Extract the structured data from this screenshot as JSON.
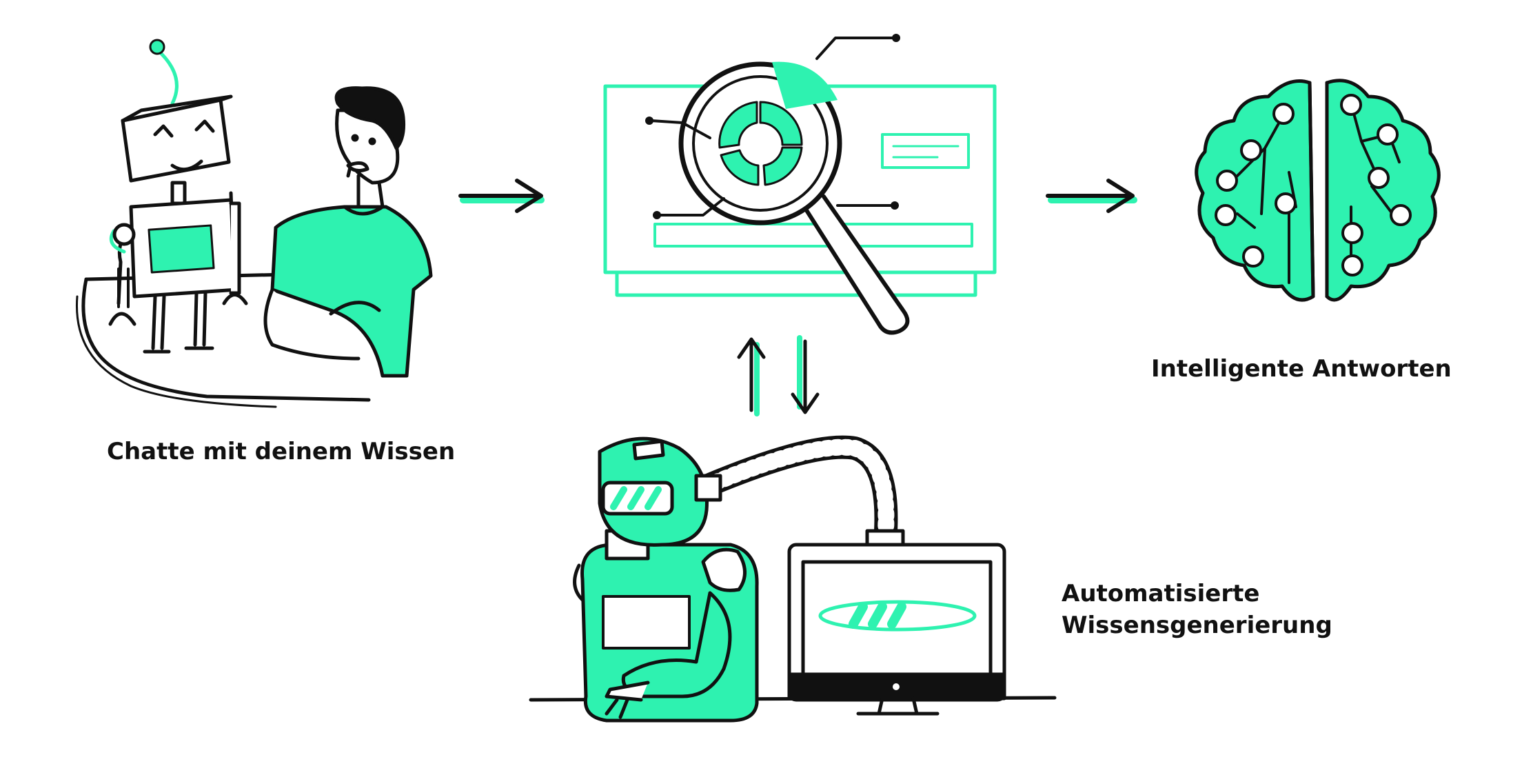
{
  "colors": {
    "accent": "#2ef2b0",
    "ink": "#111111",
    "background": "#ffffff"
  },
  "steps": {
    "chat": {
      "label": "Chatte mit deinem Wissen",
      "icon": "robot-and-person-chat-icon"
    },
    "analysis": {
      "icon": "magnifier-dashboard-icon"
    },
    "answers": {
      "label": "Intelligente Antworten",
      "icon": "circuit-brain-icon"
    },
    "generation": {
      "label_line1": "Automatisierte",
      "label_line2": "Wissensgenerierung",
      "icon": "robot-at-computer-icon"
    }
  },
  "connectors": {
    "chat_to_analysis": "arrow-right-icon",
    "analysis_to_answers": "arrow-right-icon",
    "analysis_generation_exchange": "bidirectional-arrows-icon"
  }
}
